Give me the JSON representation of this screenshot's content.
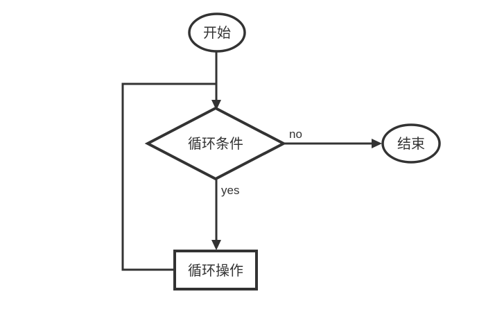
{
  "diagram": {
    "type": "flowchart",
    "nodes": {
      "start": {
        "label": "开始",
        "shape": "terminator"
      },
      "condition": {
        "label": "循环条件",
        "shape": "decision"
      },
      "end": {
        "label": "结束",
        "shape": "terminator"
      },
      "operation": {
        "label": "循环操作",
        "shape": "process"
      }
    },
    "edges": [
      {
        "from": "start",
        "to": "condition",
        "label": ""
      },
      {
        "from": "condition",
        "to": "end",
        "label": "no"
      },
      {
        "from": "condition",
        "to": "operation",
        "label": "yes"
      },
      {
        "from": "operation",
        "to": "condition",
        "label": ""
      }
    ],
    "edge_labels": {
      "no": "no",
      "yes": "yes"
    },
    "colors": {
      "stroke": "#333333",
      "text": "#333333",
      "background": "#ffffff"
    }
  }
}
